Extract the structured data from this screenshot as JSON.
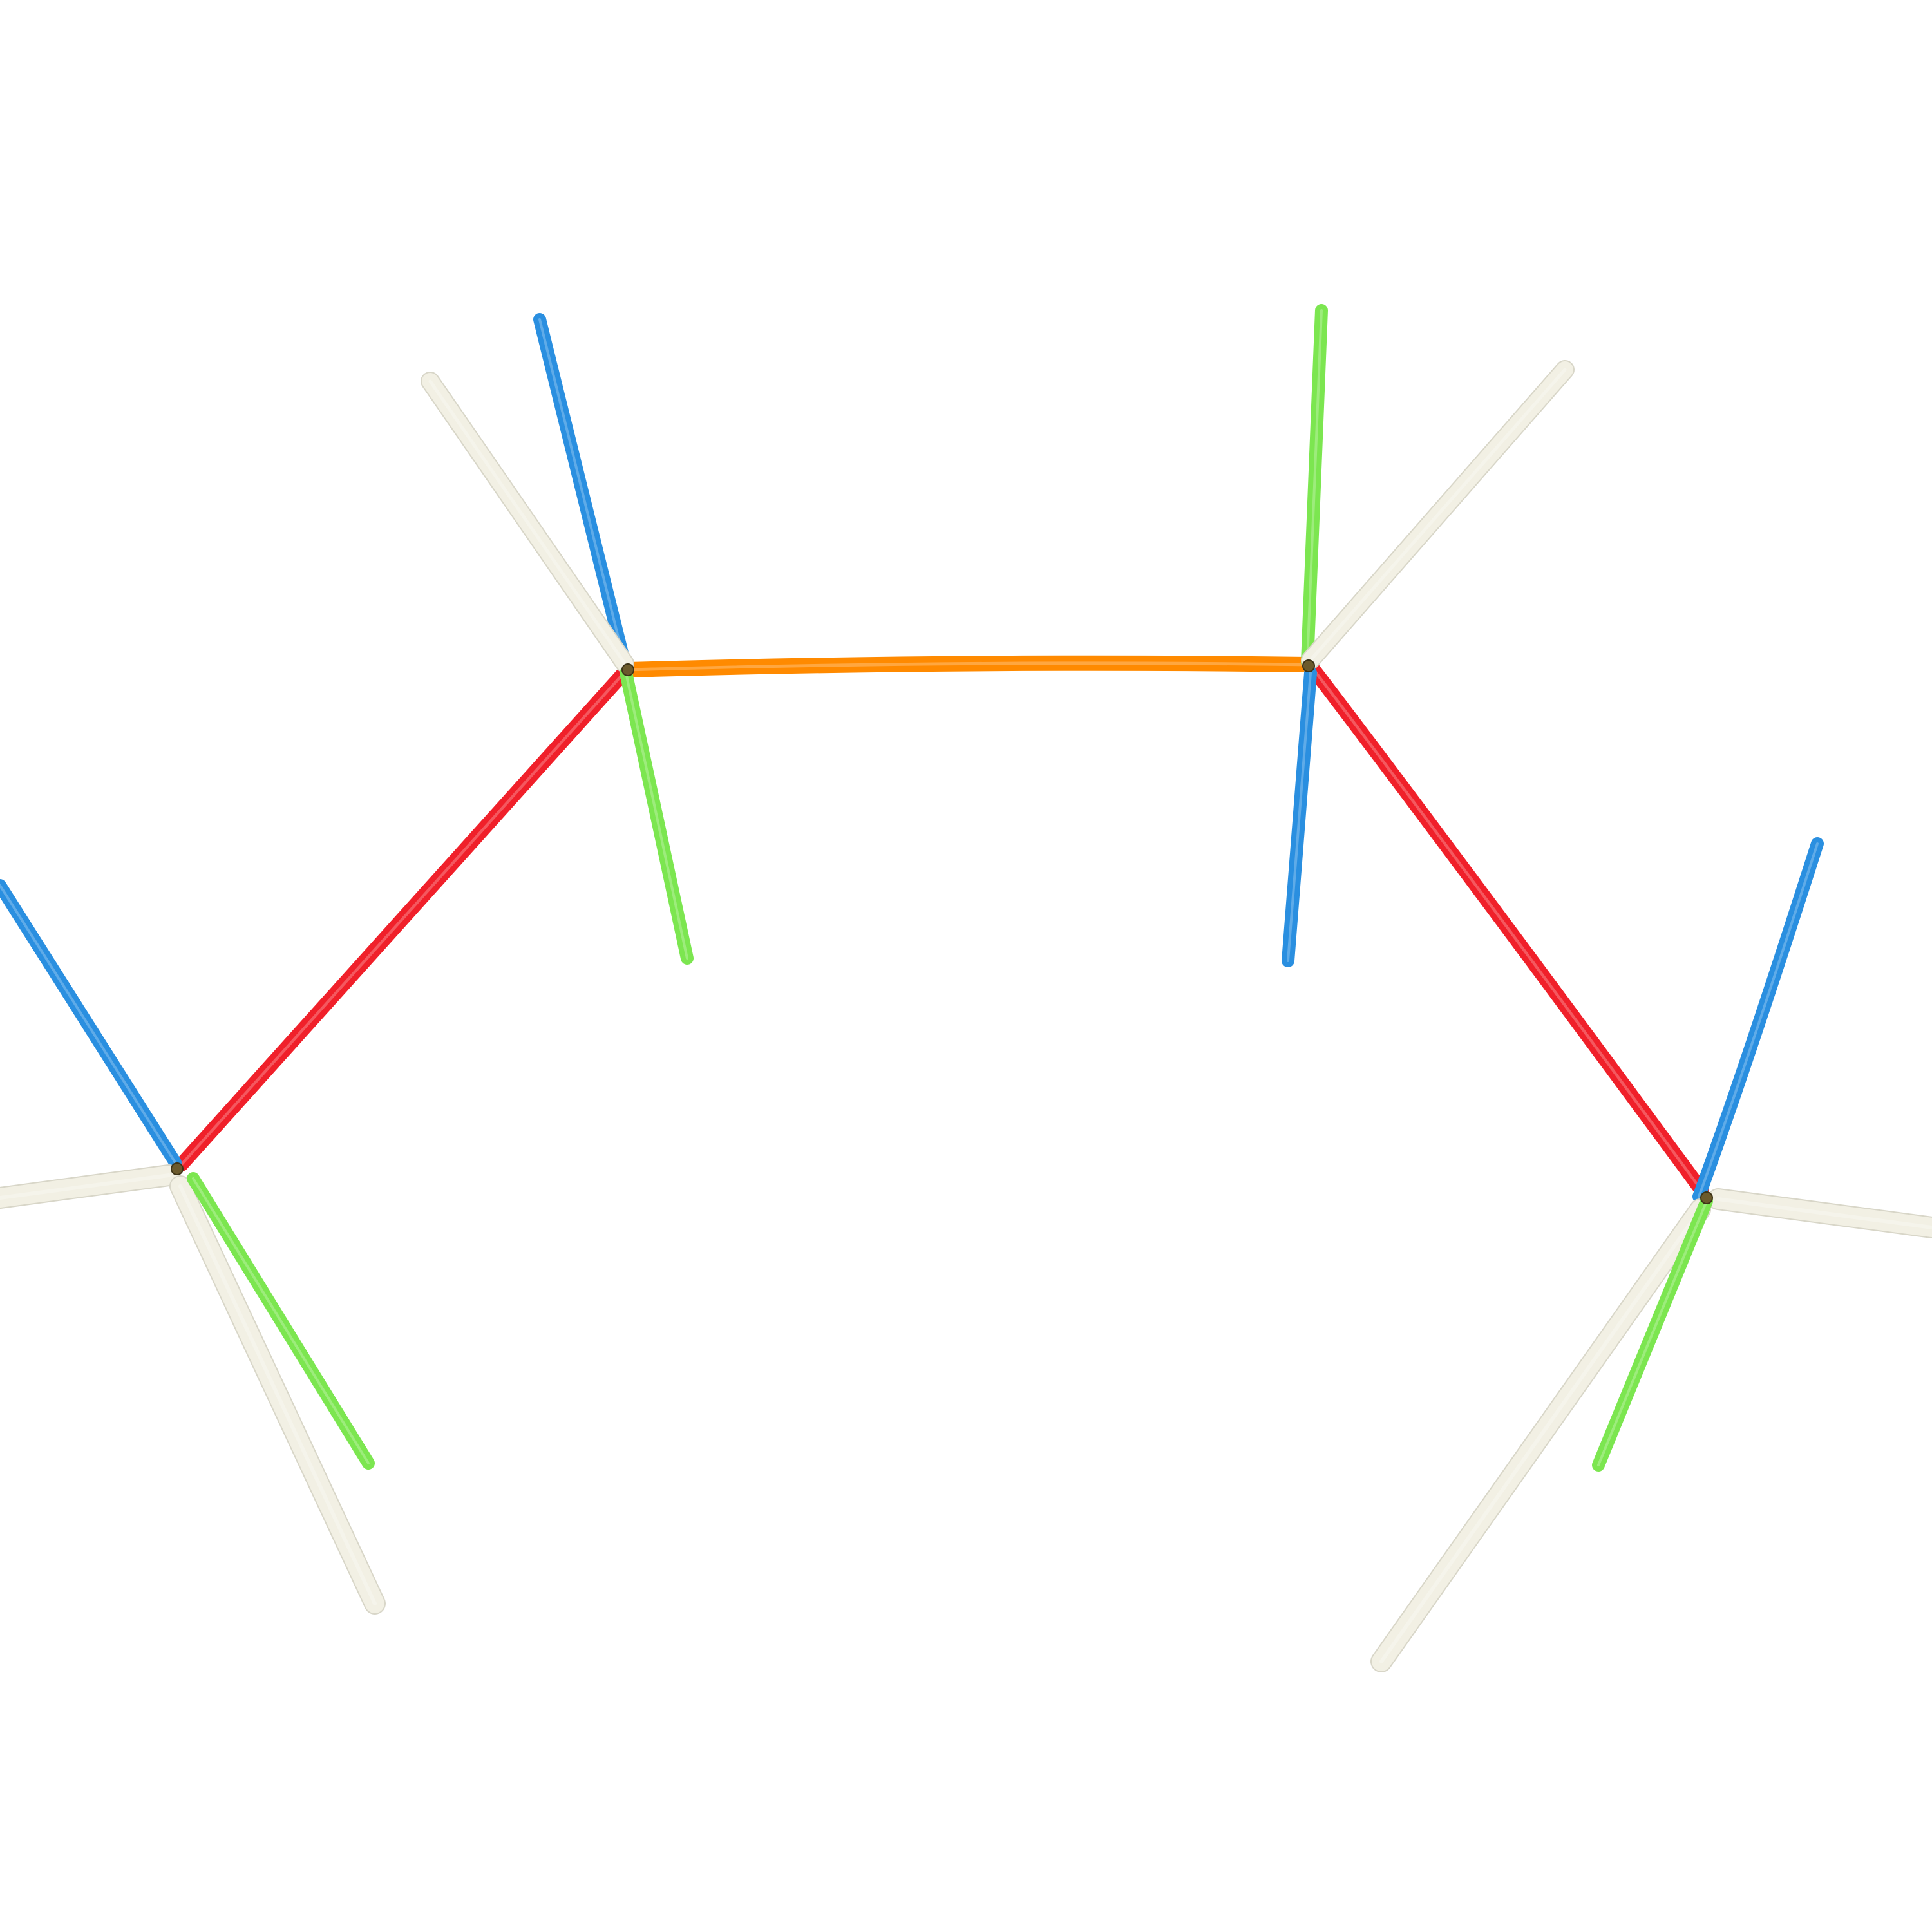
{
  "scene": {
    "subject": "straw-molecular-model",
    "background": "#ffffff"
  },
  "colors": {
    "orange": "#ff8a00",
    "red": "#f0202a",
    "blue": "#2a8fe0",
    "green": "#7ce650",
    "white": "#f2f0e4",
    "junction": "#6b5a2c"
  },
  "joints": [
    {
      "id": "joint-top-left"
    },
    {
      "id": "joint-top-right"
    },
    {
      "id": "joint-bottom-left"
    },
    {
      "id": "joint-bottom-right"
    }
  ],
  "straws": [
    {
      "id": "straw-orange-top",
      "color": "orange"
    },
    {
      "id": "straw-red-left",
      "color": "red"
    },
    {
      "id": "straw-red-right",
      "color": "red"
    },
    {
      "id": "straw-blue-up-tl",
      "color": "blue"
    },
    {
      "id": "straw-white-up-tl",
      "color": "white"
    },
    {
      "id": "straw-green-down-tl",
      "color": "green"
    },
    {
      "id": "straw-green-up-tr",
      "color": "green"
    },
    {
      "id": "straw-white-up-tr",
      "color": "white"
    },
    {
      "id": "straw-blue-down-tr",
      "color": "blue"
    },
    {
      "id": "straw-blue-bl",
      "color": "blue"
    },
    {
      "id": "straw-white-left-bl",
      "color": "white"
    },
    {
      "id": "straw-white-down-bl",
      "color": "white"
    },
    {
      "id": "straw-green-down-bl",
      "color": "green"
    },
    {
      "id": "straw-blue-br",
      "color": "blue"
    },
    {
      "id": "straw-white-right-br",
      "color": "white"
    },
    {
      "id": "straw-white-down-br",
      "color": "white"
    },
    {
      "id": "straw-green-down-br",
      "color": "green"
    }
  ]
}
